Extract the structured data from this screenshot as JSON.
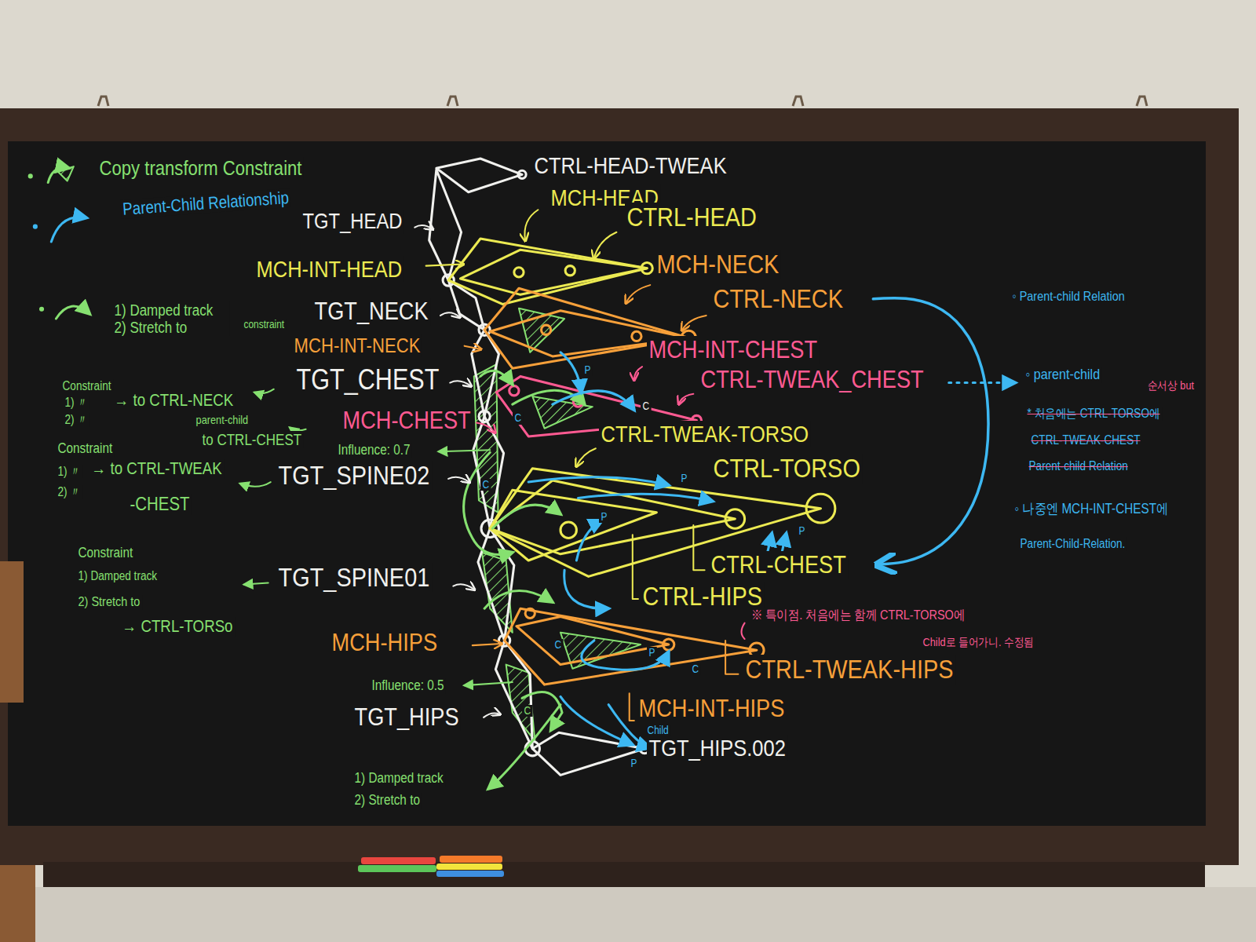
{
  "diagram": {
    "nodes": [
      {
        "text": [
          "CTRL-HEAD-TWEAK"
        ]
      },
      {
        "text": [
          "MCH-HEAD"
        ]
      },
      {
        "text": [
          "TGT_HEAD"
        ]
      },
      {
        "text": [
          "CTRL-HEAD"
        ]
      },
      {
        "text": [
          "MCH-INT-HEAD"
        ]
      },
      {
        "text": [
          "MCH-NECK"
        ]
      },
      {
        "text": [
          "CTRL-NECK"
        ]
      },
      {
        "text": [
          "TGT_NECK"
        ]
      },
      {
        "text": [
          "MCH-INT-NECK"
        ]
      },
      {
        "text": [
          "MCH-INT-CHEST"
        ]
      },
      {
        "text": [
          "CTRL-TWEAK_CHEST"
        ]
      },
      {
        "text": [
          "TGT_CHEST"
        ]
      },
      {
        "text": [
          "MCH-CHEST"
        ]
      },
      {
        "text": [
          "CTRL-TWEAK-TORSO"
        ]
      },
      {
        "text": [
          "CTRL-TORSO"
        ]
      },
      {
        "text": [
          "TGT_SPINE02"
        ]
      },
      {
        "text": [
          "CTRL-CHEST"
        ]
      },
      {
        "text": [
          "TGT_SPINE01"
        ]
      },
      {
        "text": [
          "CTRL-HIPS"
        ]
      },
      {
        "text": [
          "MCH-HIPS"
        ]
      },
      {
        "text": [
          "CTRL-TWEAK-HIPS"
        ]
      },
      {
        "text": [
          "MCH-INT-HIPS"
        ]
      },
      {
        "text": [
          "TGT_HIPS"
        ]
      },
      {
        "text": [
          "TGT_HIPS.002"
        ]
      }
    ],
    "edges": [
      {
        "from": 6,
        "to": 16,
        "arrow": "to"
      }
    ],
    "labels": [
      "Influence: 0.7",
      "Influence: 0.5",
      "1) Damped track",
      "2) Stretch to",
      "Child",
      "constraint",
      "Constraint",
      "1) 〃",
      "2) 〃",
      "→ to CTRL-NECK",
      "parent-child",
      "to CTRL-CHEST",
      "Constraint",
      "1) 〃",
      "→ to CTRL-TWEAK",
      "2) 〃",
      "-CHEST",
      "Constraint",
      "1) Damped track",
      "2) Stretch to",
      "→ CTRL-TORSo",
      "◦ Parent-child Relation",
      "◦ parent-child",
      "순서상 but",
      "* 처음에는 CTRL-TORSO에",
      "CTRL-TWEAK-CHEST",
      "Parent-child Relation",
      "◦ 나중엔 MCH-INT-CHEST에",
      "Parent-Child-Relation.",
      "※ 특이점. 처음에는 함께 CTRL-TORSO에",
      "Child로 들어가니. 수정됨",
      "P",
      "C",
      "C",
      "P",
      "P",
      "C",
      "P",
      "C",
      "P",
      "C",
      "P",
      "C"
    ],
    "legend": [
      {
        "text": "Copy transform Constraint"
      },
      {
        "text": "Parent-Child Relationship"
      },
      {
        "text": "1) Damped track 2) Stretch to"
      }
    ]
  }
}
